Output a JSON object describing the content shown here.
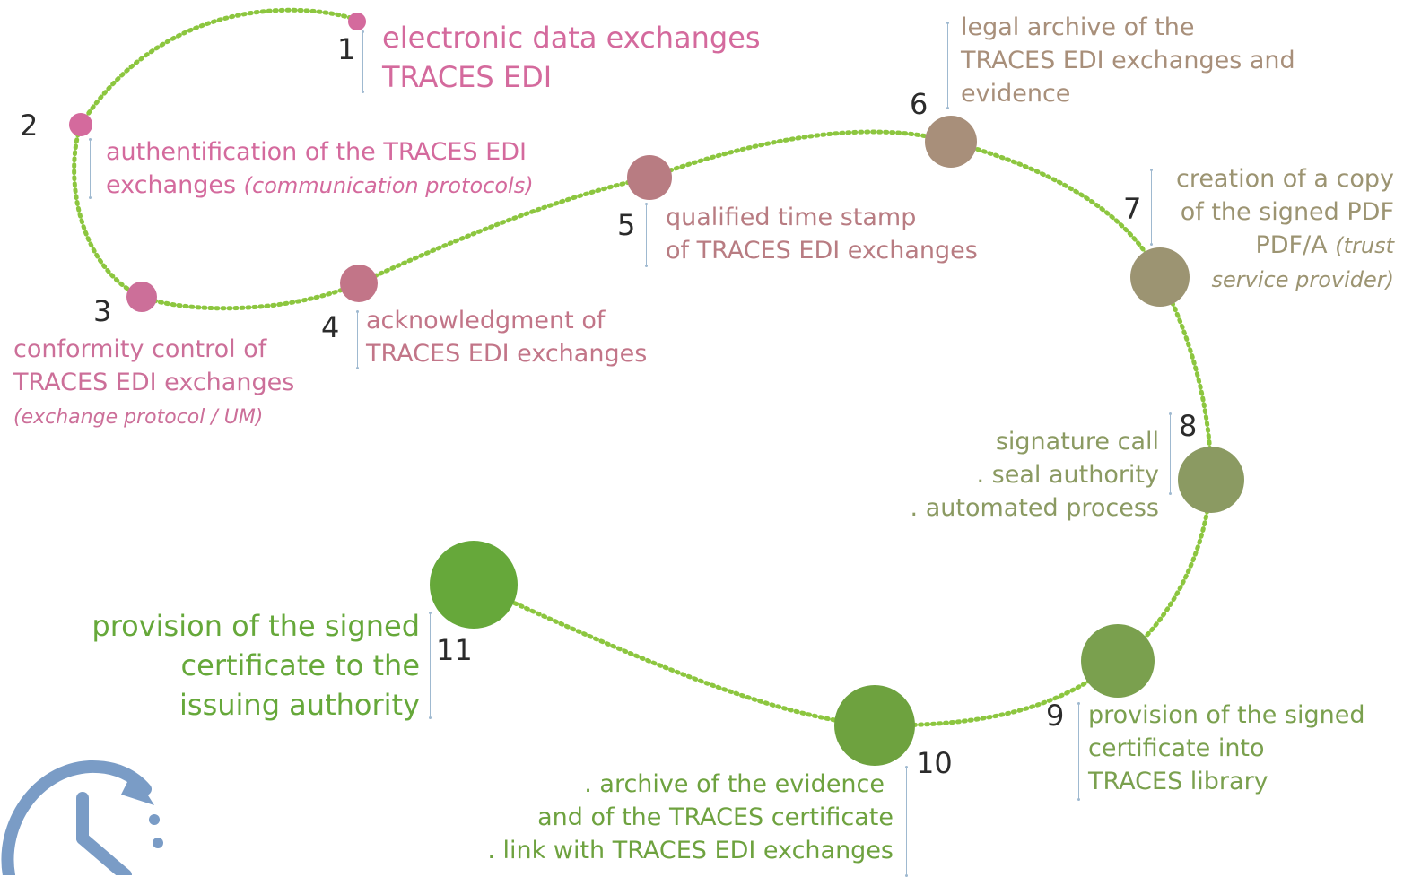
{
  "steps": [
    {
      "n": "1",
      "color": "#d46a9d",
      "lines": [
        "electronic data exchanges",
        "TRACES EDI"
      ],
      "italic": ""
    },
    {
      "n": "2",
      "color": "#d46a9d",
      "lines": [
        "authentification of the TRACES EDI",
        "exchanges"
      ],
      "italic": "(communication protocols)"
    },
    {
      "n": "3",
      "color": "#cc6f99",
      "lines": [
        "conformity control of",
        "TRACES EDI exchanges"
      ],
      "italic": "(exchange protocol / UM)"
    },
    {
      "n": "4",
      "color": "#c27588",
      "lines": [
        "acknowledgment of",
        "TRACES EDI exchanges"
      ],
      "italic": ""
    },
    {
      "n": "5",
      "color": "#b87c82",
      "lines": [
        "qualified time stamp",
        "of TRACES EDI exchanges"
      ],
      "italic": ""
    },
    {
      "n": "6",
      "color": "#a88f7a",
      "lines": [
        "legal archive of the",
        "TRACES EDI exchanges and",
        "evidence"
      ],
      "italic": ""
    },
    {
      "n": "7",
      "color": "#9c9472",
      "lines": [
        "creation of a copy",
        "of the signed PDF",
        "PDF/A"
      ],
      "italic": "(trust",
      "italic2": "service provider)"
    },
    {
      "n": "8",
      "color": "#8b9a62",
      "lines": [
        "signature call",
        ". seal authority",
        ". automated process"
      ],
      "italic": ""
    },
    {
      "n": "9",
      "color": "#7aa04e",
      "lines": [
        "provision of the signed",
        "certificate into",
        "TRACES library"
      ],
      "italic": ""
    },
    {
      "n": "10",
      "color": "#6ea23f",
      "lines": [
        ". archive of the evidence",
        "and of the TRACES certificate",
        ". link with TRACES EDI exchanges"
      ],
      "italic": ""
    },
    {
      "n": "11",
      "color": "#66a83a",
      "lines": [
        "provision of the signed",
        "certificate to the",
        "issuing authority"
      ],
      "italic": ""
    }
  ],
  "colors": {
    "path": "#8cc63f",
    "icon": "#7a9cc6"
  },
  "icons": {
    "clock": "clock-icon"
  }
}
